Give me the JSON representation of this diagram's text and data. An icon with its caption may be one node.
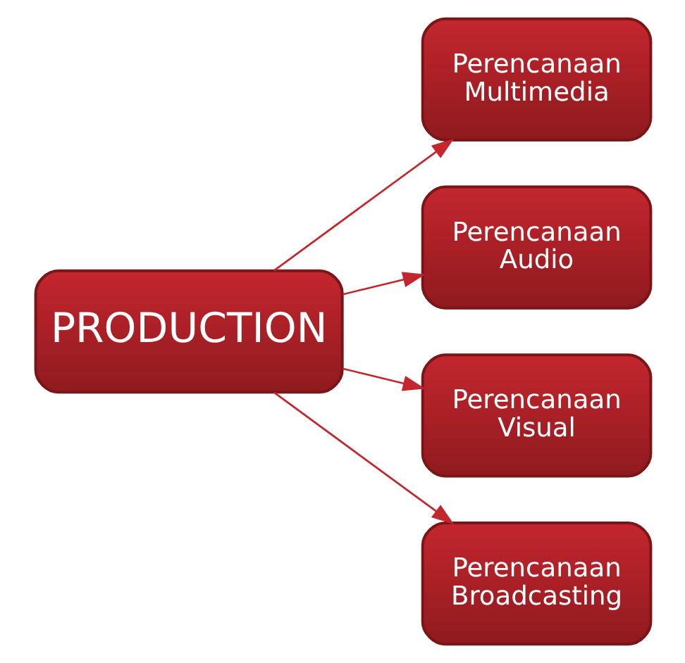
{
  "diagram": {
    "nodes": [
      {
        "text": [
          "PRODUCTION"
        ]
      },
      {
        "text": [
          "Perencanaan Multimedia"
        ]
      },
      {
        "text": [
          "Perencanaan Audio"
        ]
      },
      {
        "text": [
          "Perencanaan Visual"
        ]
      },
      {
        "text": [
          "Perencanaan Broadcasting"
        ]
      }
    ],
    "edges": [
      {
        "from": 0,
        "to": 1,
        "arrow": "to"
      },
      {
        "from": 0,
        "to": 2,
        "arrow": "to"
      },
      {
        "from": 0,
        "to": 3,
        "arrow": "to"
      },
      {
        "from": 0,
        "to": 4,
        "arrow": "to"
      }
    ]
  }
}
